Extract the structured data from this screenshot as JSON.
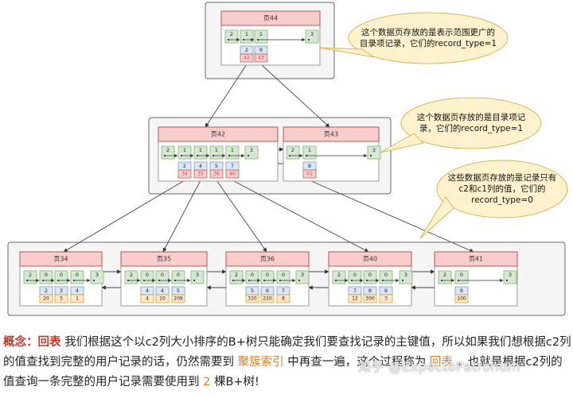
{
  "colors": {
    "page_header": "#f8cecc",
    "page_header_border": "#b85450",
    "record_cell": "#d5e8d4",
    "record_border": "#82b366",
    "key_cell": "#dae8fc",
    "key_border": "#6c8ebf",
    "value_cell": "#f8cecc",
    "value_cell_leaf": "#ffe6cc",
    "value_border_leaf": "#d79b00",
    "group_bg": "#f5f5f5",
    "group_border": "#666666",
    "callout_fill": "#fff2cc",
    "callout_border": "#d6b656"
  },
  "pages": {
    "p44": {
      "title": "页44",
      "types": [
        "2",
        "1",
        "1",
        "3"
      ],
      "keys": [
        "2",
        "9"
      ],
      "values": [
        "42",
        "43"
      ]
    },
    "p42": {
      "title": "页42",
      "types": [
        "2",
        "1",
        "1",
        "1",
        "1",
        "3"
      ],
      "keys": [
        "2",
        "4",
        "5",
        "7"
      ],
      "values": [
        "34",
        "35",
        "36",
        "40"
      ]
    },
    "p43": {
      "title": "页43",
      "types": [
        "2",
        "1",
        "3"
      ],
      "keys": [
        "9"
      ],
      "values": [
        "41"
      ]
    },
    "p34": {
      "title": "页34",
      "types": [
        "2",
        "0",
        "0",
        "0",
        "3"
      ],
      "keys": [
        "2",
        "3",
        "4"
      ],
      "values": [
        "20",
        "5",
        "1"
      ]
    },
    "p35": {
      "title": "页35",
      "types": [
        "2",
        "0",
        "0",
        "0",
        "3"
      ],
      "keys": [
        "4",
        "4",
        "5"
      ],
      "values": [
        "4",
        "10",
        "209"
      ]
    },
    "p36": {
      "title": "页36",
      "types": [
        "2",
        "0",
        "0",
        "0",
        "3"
      ],
      "keys": [
        "5",
        "6",
        "7"
      ],
      "values": [
        "320",
        "220",
        "8"
      ]
    },
    "p40": {
      "title": "页40",
      "types": [
        "2",
        "0",
        "0",
        "0",
        "3"
      ],
      "keys": [
        "7",
        "8",
        "9"
      ],
      "values": [
        "12",
        "300",
        "3"
      ]
    },
    "p41": {
      "title": "页41",
      "types": [
        "2",
        "0",
        "3"
      ],
      "keys": [
        "9"
      ],
      "values": [
        "100"
      ]
    }
  },
  "callouts": [
    {
      "lines": [
        "这个数据页存放的是表示范围更广的",
        "目录项记录，它们的record_type=1"
      ]
    },
    {
      "lines": [
        "这个数据页存放的是目录项记",
        "录，它们的record_type=1"
      ]
    },
    {
      "lines": [
        "这些数据页存放的是记录只有",
        "c2和c1列的值，它们的",
        "record_type=0"
      ]
    }
  ],
  "paragraph": {
    "concept_label": "概念：回表",
    "text1": " 我们根据这个以c2列大小排序的B+树只能确定我们要查找记录的主键值，所以如果我们想根据c2列的值查找到完整的用户记录的话，仍然需要到 ",
    "term1": "聚簇索引",
    "text2": " 中再查一遍，这个过程称为 ",
    "term2": "回表",
    "text3": " 。也就是根据c2列的值查询一条完整的用户记录需要使用到 ",
    "count": "2",
    "text4": " 棵B+树!"
  },
  "watermark": "知乎 @ExpectoPatronum"
}
